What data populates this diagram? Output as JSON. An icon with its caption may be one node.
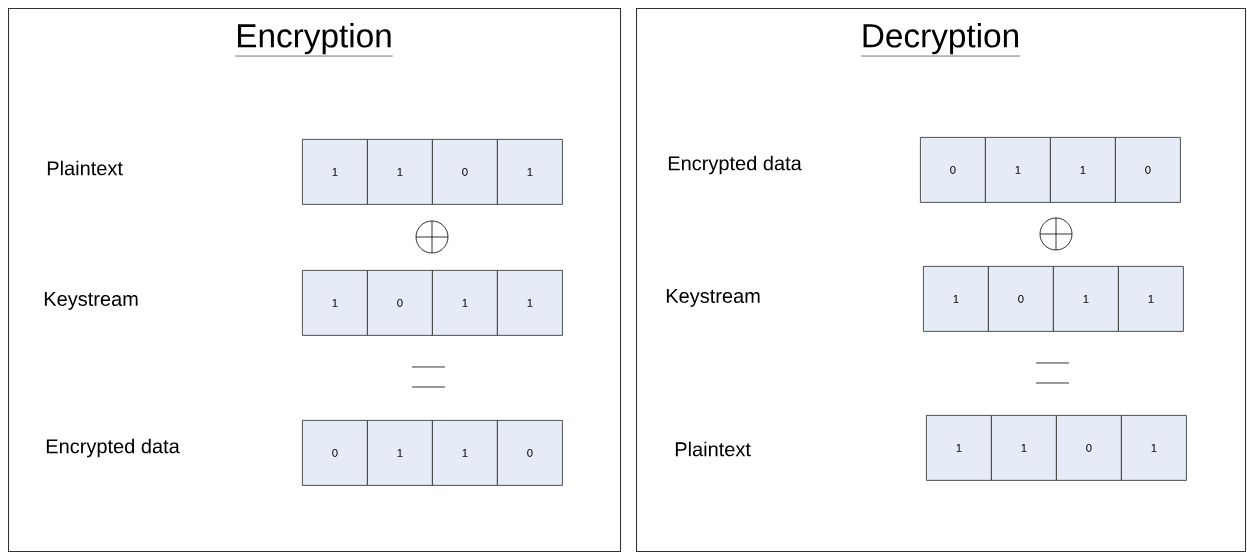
{
  "diagram": {
    "nodes": [
      {
        "text": [
          "Encryption"
        ]
      },
      {
        "text": [
          "1"
        ],
        "in": 0
      },
      {
        "text": [
          "1"
        ],
        "in": 0
      },
      {
        "text": [
          "0"
        ],
        "in": 0
      },
      {
        "text": [
          "1"
        ],
        "in": 0
      },
      {
        "text": [
          "1"
        ],
        "in": 0
      },
      {
        "text": [
          "0"
        ],
        "in": 0
      },
      {
        "text": [
          "1"
        ],
        "in": 0
      },
      {
        "text": [
          "1"
        ],
        "in": 0
      },
      {
        "text": [
          "0"
        ],
        "in": 0
      },
      {
        "text": [
          "1"
        ],
        "in": 0
      },
      {
        "text": [
          "1"
        ],
        "in": 0
      },
      {
        "text": [
          "0"
        ],
        "in": 0
      },
      {
        "text": [
          "Decryption"
        ]
      },
      {
        "text": [
          "0"
        ],
        "in": 13
      },
      {
        "text": [
          "1"
        ],
        "in": 13
      },
      {
        "text": [
          "1"
        ],
        "in": 13
      },
      {
        "text": [
          "0"
        ],
        "in": 13
      },
      {
        "text": [
          "1"
        ],
        "in": 13
      },
      {
        "text": [
          "0"
        ],
        "in": 13
      },
      {
        "text": [
          "1"
        ],
        "in": 13
      },
      {
        "text": [
          "1"
        ],
        "in": 13
      },
      {
        "text": [
          "1"
        ],
        "in": 13
      },
      {
        "text": [
          "1"
        ],
        "in": 13
      },
      {
        "text": [
          "0"
        ],
        "in": 13
      },
      {
        "text": [
          "1"
        ],
        "in": 13
      }
    ],
    "labels": [
      "Plaintext",
      "Keystream",
      "Encrypted data",
      "Encrypted data",
      "Keystream",
      "Plaintext"
    ]
  }
}
